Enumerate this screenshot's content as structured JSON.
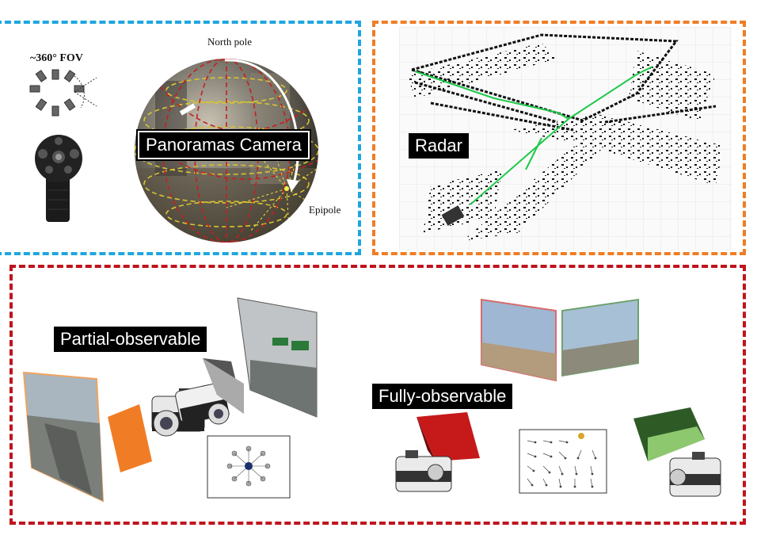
{
  "camera_panel": {
    "fov_label": "~360° FOV",
    "sphere_title": "Panoramas Camera",
    "north_pole_label": "North pole",
    "epipole_label": "Epipole"
  },
  "radar_panel": {
    "title": "Radar"
  },
  "observability_panel": {
    "partial_label": "Partial-observable",
    "full_label": "Fully-observable"
  },
  "colors": {
    "camera_border": "#1fa6e0",
    "radar_border": "#f07d26",
    "observability_border": "#c0141c",
    "radar_path": "#1ec94a"
  }
}
